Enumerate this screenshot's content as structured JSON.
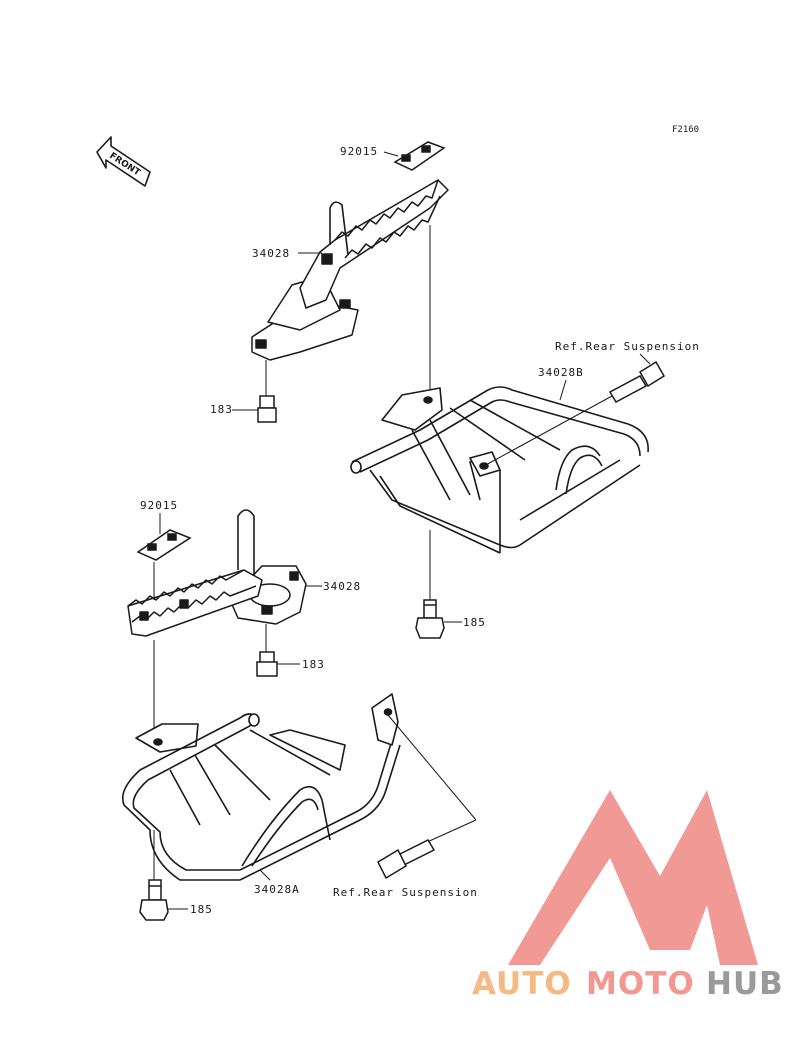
{
  "figure_code": "F2160",
  "direction_marker": "FRONT",
  "callouts": {
    "upper_plate": "92015",
    "upper_peg": "34028",
    "upper_nut": "183",
    "right_bracket": "34028B",
    "right_ref": "Ref.Rear Suspension",
    "right_bolt": "185",
    "lower_plate": "92015",
    "lower_peg": "34028",
    "lower_nut": "183",
    "left_bracket": "34028A",
    "left_ref": "Ref.Rear Suspension",
    "left_bolt": "185"
  },
  "watermark": {
    "auto": "AUTO",
    "moto": "MOTO",
    "hub": "HUB",
    "colors": {
      "auto": "#f5b983",
      "moto": "#f29791",
      "hub": "#9a9a9a",
      "logo": "#f08f8a"
    }
  },
  "colors": {
    "line": "#1a1a1a",
    "background": "#ffffff"
  },
  "icons": [
    "front-arrow-icon",
    "automotohub-logo-icon"
  ]
}
